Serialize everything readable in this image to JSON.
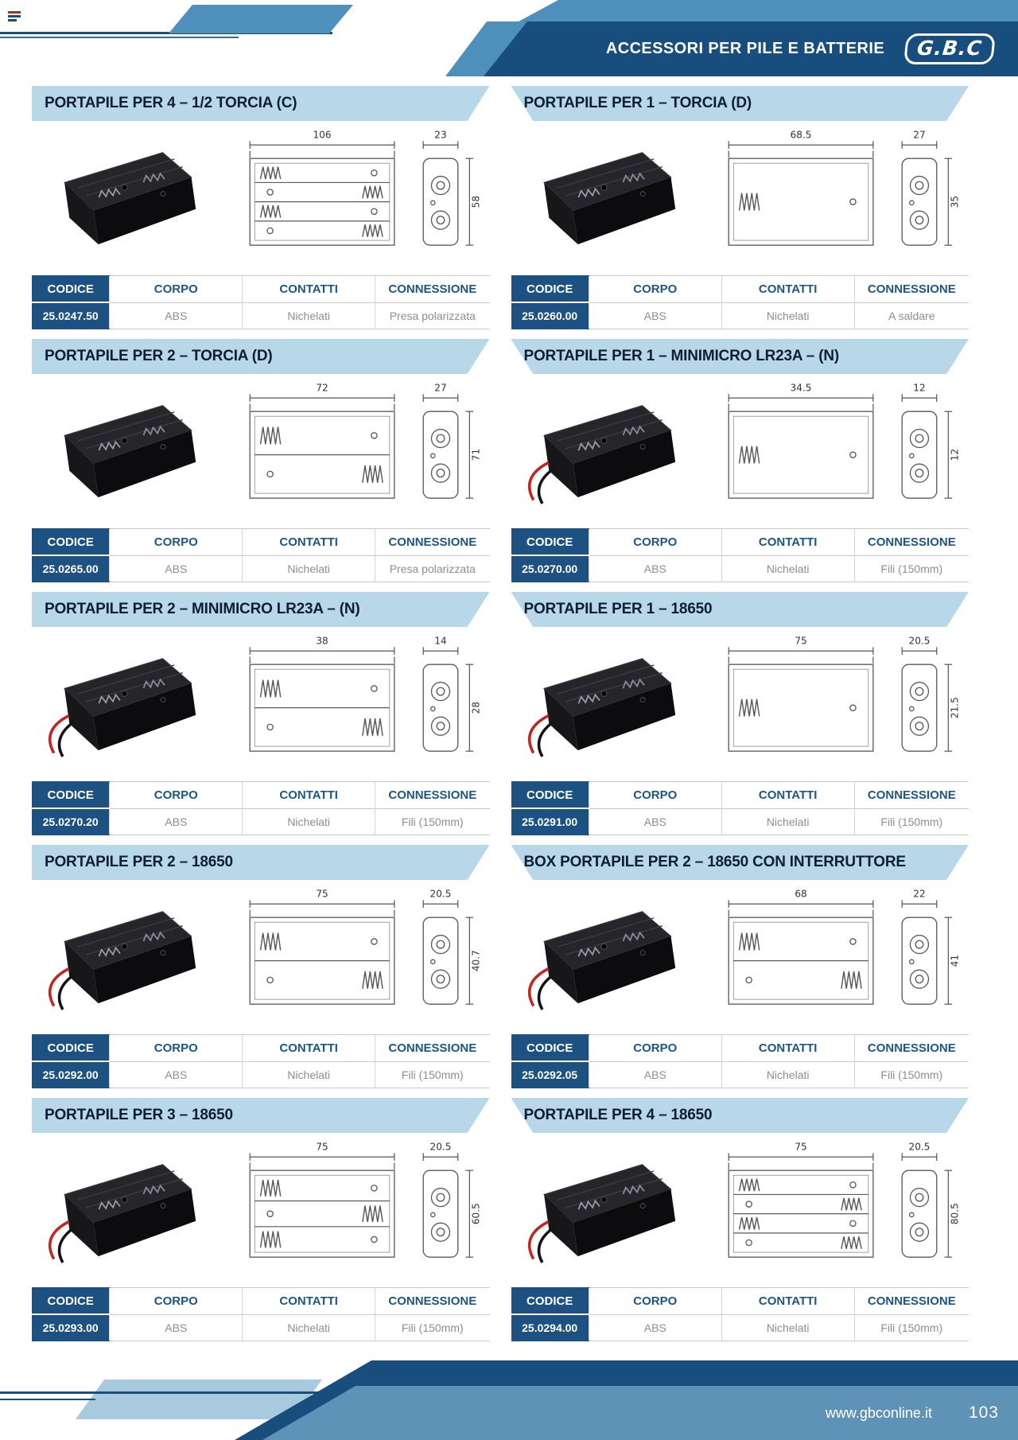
{
  "header": {
    "banner_title": "ACCESSORI PER PILE E BATTERIE",
    "logo_text": "G.B.C"
  },
  "table_headers": [
    "CODICE",
    "CORPO",
    "CONTATTI",
    "CONNESSIONE"
  ],
  "products": [
    {
      "title": "PORTAPILE PER 4 – 1/2 TORCIA (C)",
      "code": "25.0247.50",
      "corpo": "ABS",
      "contatti": "Nichelati",
      "connessione": "Presa polarizzata",
      "cells": 4,
      "dims": [
        "106",
        "23",
        "58"
      ]
    },
    {
      "title": "PORTAPILE PER 1 – TORCIA (D)",
      "code": "25.0260.00",
      "corpo": "ABS",
      "contatti": "Nichelati",
      "connessione": "A saldare",
      "cells": 1,
      "dims": [
        "68.5",
        "27",
        "35"
      ]
    },
    {
      "title": "PORTAPILE PER 2 – TORCIA (D)",
      "code": "25.0265.00",
      "corpo": "ABS",
      "contatti": "Nichelati",
      "connessione": "Presa polarizzata",
      "cells": 2,
      "dims": [
        "72",
        "27",
        "71"
      ]
    },
    {
      "title": "PORTAPILE PER 1 – MINIMICRO LR23A – (N)",
      "code": "25.0270.00",
      "corpo": "ABS",
      "contatti": "Nichelati",
      "connessione": "Fili (150mm)",
      "cells": 1,
      "dims": [
        "34.5",
        "12",
        "12"
      ]
    },
    {
      "title": "PORTAPILE PER 2 – MINIMICRO LR23A – (N)",
      "code": "25.0270.20",
      "corpo": "ABS",
      "contatti": "Nichelati",
      "connessione": "Fili (150mm)",
      "cells": 2,
      "dims": [
        "38",
        "14",
        "28"
      ]
    },
    {
      "title": "PORTAPILE PER 1 – 18650",
      "code": "25.0291.00",
      "corpo": "ABS",
      "contatti": "Nichelati",
      "connessione": "Fili (150mm)",
      "cells": 1,
      "dims": [
        "75",
        "20.5",
        "21.5"
      ]
    },
    {
      "title": "PORTAPILE PER 2 – 18650",
      "code": "25.0292.00",
      "corpo": "ABS",
      "contatti": "Nichelati",
      "connessione": "Fili (150mm)",
      "cells": 2,
      "dims": [
        "75",
        "20.5",
        "40.7"
      ]
    },
    {
      "title": "BOX PORTAPILE PER 2 – 18650 CON INTERRUTTORE",
      "code": "25.0292.05",
      "corpo": "ABS",
      "contatti": "Nichelati",
      "connessione": "Fili (150mm)",
      "cells": 2,
      "dims": [
        "68",
        "22",
        "41"
      ]
    },
    {
      "title": "PORTAPILE PER 3 – 18650",
      "code": "25.0293.00",
      "corpo": "ABS",
      "contatti": "Nichelati",
      "connessione": "Fili (150mm)",
      "cells": 3,
      "dims": [
        "75",
        "20.5",
        "60.5"
      ]
    },
    {
      "title": "PORTAPILE PER 4 – 18650",
      "code": "25.0294.00",
      "corpo": "ABS",
      "contatti": "Nichelati",
      "connessione": "Fili (150mm)",
      "cells": 4,
      "dims": [
        "75",
        "20.5",
        "80.5"
      ]
    }
  ],
  "footer": {
    "website": "www.gbconline.it",
    "page_number": "103"
  },
  "colors": {
    "navy": "#174e7d",
    "medium_blue": "#4e8fbb",
    "light_blue_banner": "#b8d8ea",
    "footer_blue": "#5e92b6",
    "footer_light_blue": "#a9c9df",
    "table_code_bg": "#1d5181",
    "table_header_text": "#1d5584",
    "table_value_text": "#8d8d8d"
  }
}
